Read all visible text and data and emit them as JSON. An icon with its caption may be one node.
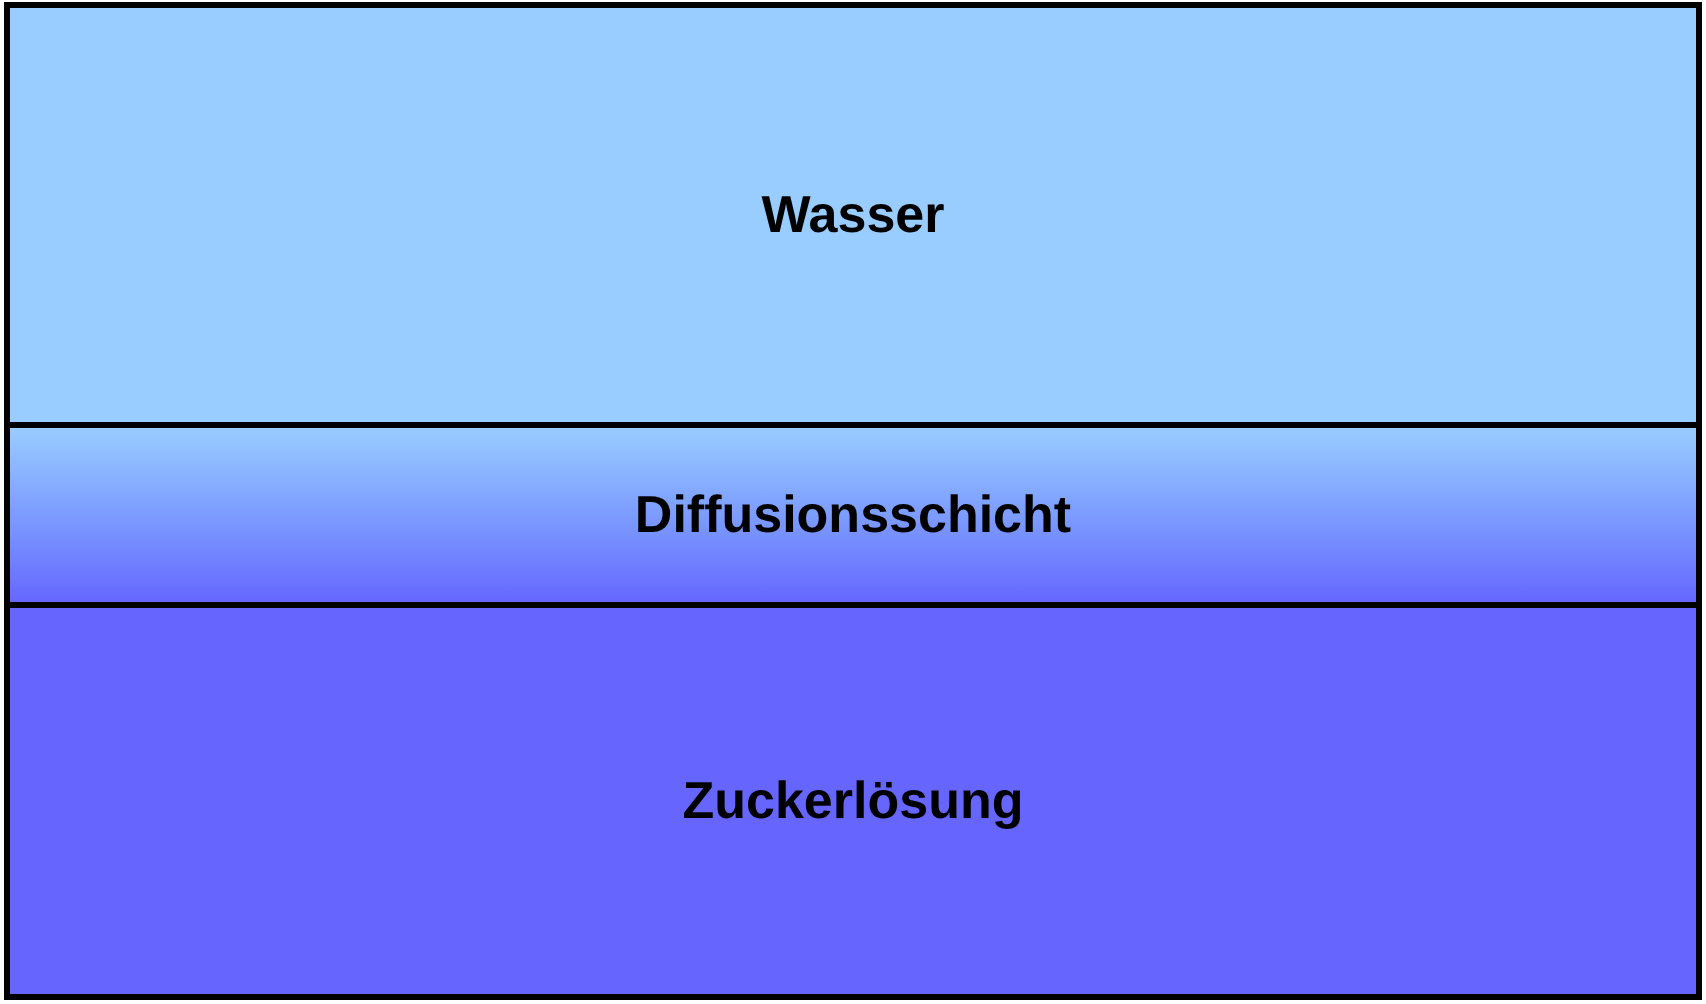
{
  "diagram": {
    "nodes": [
      {
        "text": [
          "Wasser"
        ]
      },
      {
        "text": [
          "Diffusionsschicht"
        ]
      },
      {
        "text": [
          "Zuckerlösung"
        ]
      }
    ]
  }
}
